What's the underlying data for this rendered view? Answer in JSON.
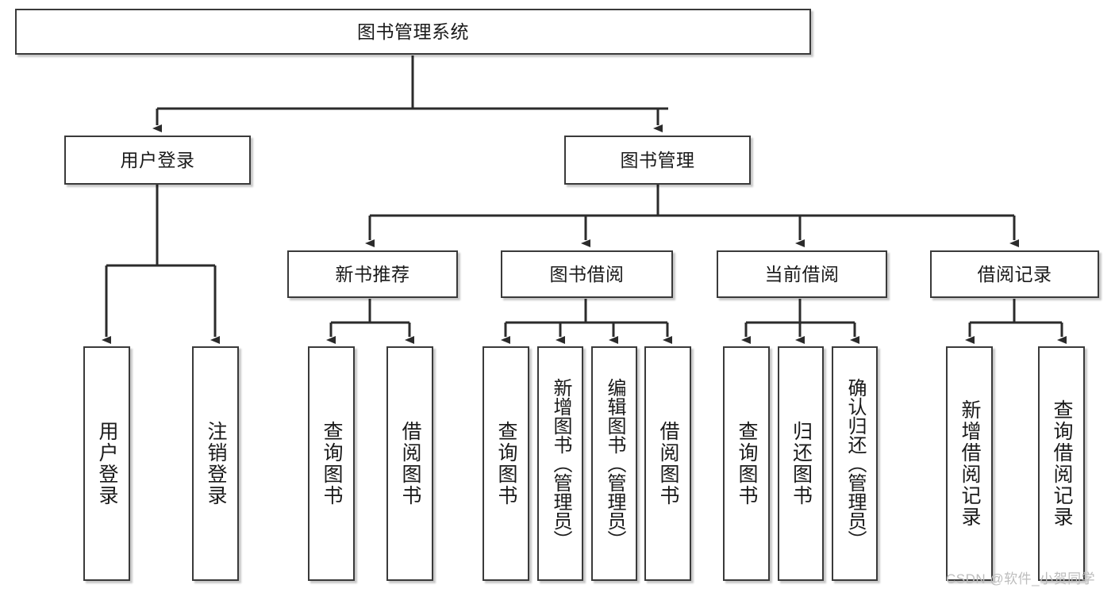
{
  "diagram": {
    "title": "图书管理系统",
    "type": "tree-hierarchy-chart",
    "watermark": "CSDN @软件_小贺同学",
    "colors": {
      "border": "#3a3a3a",
      "text": "#1a1a1a",
      "background": "#ffffff",
      "watermark": "#bdbdbd"
    },
    "root": {
      "label": "图书管理系统"
    },
    "level2": [
      {
        "label": "用户登录"
      },
      {
        "label": "图书管理"
      }
    ],
    "level3": [
      {
        "label": "新书推荐"
      },
      {
        "label": "图书借阅"
      },
      {
        "label": "当前借阅"
      },
      {
        "label": "借阅记录"
      }
    ],
    "leaves": {
      "user_login": [
        {
          "label": "用户登录"
        },
        {
          "label": "注销登录"
        }
      ],
      "new_book_recommend": [
        {
          "label": "查询图书"
        },
        {
          "label": "借阅图书"
        }
      ],
      "book_borrow": [
        {
          "label": "查询图书"
        },
        {
          "label": "新增图书（管理员）"
        },
        {
          "label": "编辑图书（管理员）"
        },
        {
          "label": "借阅图书"
        }
      ],
      "current_borrow": [
        {
          "label": "查询图书"
        },
        {
          "label": "归还图书"
        },
        {
          "label": "确认归还（管理员）"
        }
      ],
      "borrow_record": [
        {
          "label": "新增借阅记录"
        },
        {
          "label": "查询借阅记录"
        }
      ]
    }
  }
}
